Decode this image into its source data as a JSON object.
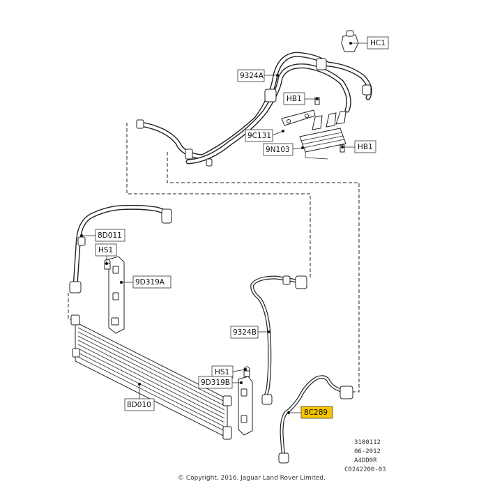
{
  "callouts": {
    "hc1": "HC1",
    "c9324a": "9324A",
    "hb1_top": "HB1",
    "c9c131": "9C131",
    "c9n103": "9N103",
    "hb1_right": "HB1",
    "c8d011": "8D011",
    "hs1_left": "HS1",
    "c9d319a": "9D319A",
    "c9324b": "9324B",
    "hs1_bottom": "HS1",
    "c9d319b": "9D319B",
    "c8d010": "8D010",
    "c8c289": "8C289"
  },
  "highlight_color": "#f5c400",
  "reference": {
    "line1": "3100112",
    "line2": "06-2012",
    "line3": "A4DD0R",
    "line4": "C0242200-03"
  },
  "copyright": "© Copyright, 2016. Jaguar Land Rover Limited."
}
